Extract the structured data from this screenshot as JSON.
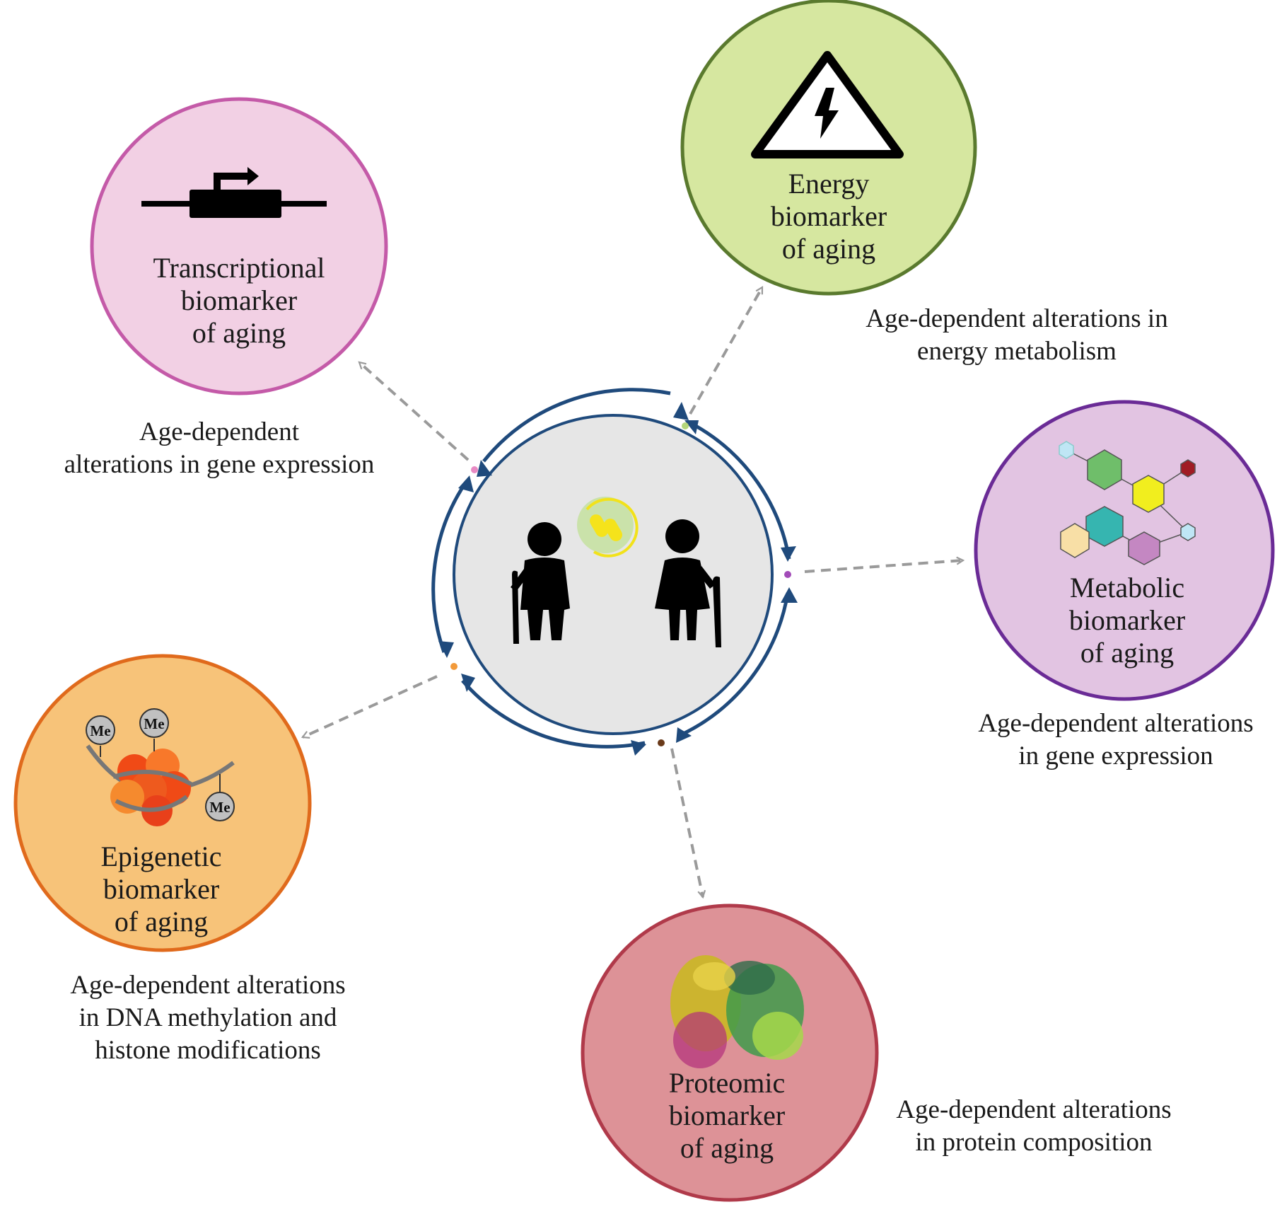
{
  "nodes": {
    "transcriptional": {
      "label_lines": [
        "Transcriptional",
        "biomarker",
        "of aging"
      ],
      "caption_lines": [
        "Age-dependent",
        "alterations in gene expression"
      ],
      "fill": "#f2d0e4",
      "stroke": "#c45aa8",
      "icon": "gene-promoter-icon"
    },
    "energy": {
      "label_lines": [
        "Energy",
        "biomarker",
        "of aging"
      ],
      "caption_lines": [
        "Age-dependent alterations in",
        "energy metabolism"
      ],
      "fill": "#d6e7a0",
      "stroke": "#5a7a2e",
      "icon": "high-voltage-warning-icon"
    },
    "metabolic": {
      "label_lines": [
        "Metabolic",
        "biomarker",
        "of aging"
      ],
      "caption_lines": [
        "Age-dependent alterations",
        "in gene expression"
      ],
      "fill": "#e2c4e2",
      "stroke": "#6a2b96",
      "icon": "metabolite-network-icon"
    },
    "epigenetic": {
      "label_lines": [
        "Epigenetic",
        "biomarker",
        "of aging"
      ],
      "caption_lines": [
        "Age-dependent alterations",
        "in DNA methylation and",
        "histone modifications"
      ],
      "fill": "#f7c379",
      "stroke": "#e06a1c",
      "icon": "methylated-nucleosome-icon",
      "mark_label": "Me"
    },
    "proteomic": {
      "label_lines": [
        "Proteomic",
        "biomarker",
        "of aging"
      ],
      "caption_lines": [
        "Age-dependent alterations",
        "in protein composition"
      ],
      "fill": "#dd9297",
      "stroke": "#b03a4a",
      "icon": "protein-structure-icon"
    }
  },
  "center": {
    "icon": "elderly-couple-icon",
    "pill_icon": "capsule-icon",
    "fill": "#e6e6e6",
    "ring_color": "#1f4a7c"
  },
  "colors": {
    "arrow": "#9a9a9a",
    "cycle_arrow": "#1f4a7c"
  }
}
